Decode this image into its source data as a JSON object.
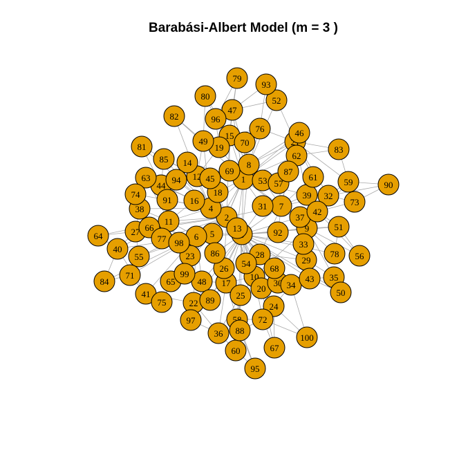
{
  "title": "Barabási-Albert Model (m = 3 )",
  "colors": {
    "node_fill": "#e69f00",
    "node_stroke": "#000000",
    "edge": "#a8a8a8"
  },
  "graph": {
    "model": "Barabási-Albert",
    "m": 3,
    "nodes": [
      "1",
      "2",
      "3",
      "4",
      "5",
      "6",
      "7",
      "8",
      "9",
      "10",
      "11",
      "12",
      "13",
      "14",
      "15",
      "16",
      "17",
      "18",
      "19",
      "20",
      "21",
      "22",
      "23",
      "24",
      "25",
      "26",
      "27",
      "28",
      "29",
      "30",
      "31",
      "32",
      "33",
      "34",
      "35",
      "36",
      "37",
      "38",
      "39",
      "40",
      "41",
      "42",
      "43",
      "44",
      "45",
      "46",
      "47",
      "48",
      "49",
      "50",
      "51",
      "52",
      "53",
      "54",
      "55",
      "56",
      "57",
      "58",
      "59",
      "60",
      "61",
      "62",
      "63",
      "64",
      "65",
      "66",
      "67",
      "68",
      "69",
      "70",
      "71",
      "72",
      "73",
      "74",
      "75",
      "76",
      "77",
      "78",
      "79",
      "80",
      "81",
      "82",
      "83",
      "84",
      "85",
      "86",
      "87",
      "88",
      "89",
      "90",
      "91",
      "92",
      "93",
      "94",
      "95",
      "96",
      "97",
      "98",
      "99",
      "100"
    ]
  }
}
